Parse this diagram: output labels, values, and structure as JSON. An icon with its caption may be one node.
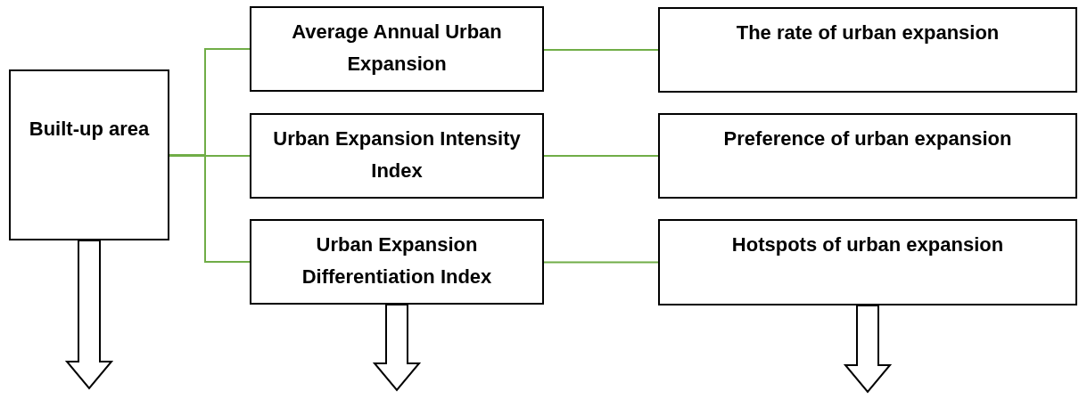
{
  "diagram": {
    "nodes": [
      {
        "text": [
          "Built-up area"
        ]
      },
      {
        "text": [
          "Average Annual Urban Expansion"
        ]
      },
      {
        "text": [
          "Urban Expansion Intensity Index"
        ]
      },
      {
        "text": [
          "Urban Expansion Differentiation Index"
        ]
      },
      {
        "text": [
          "The rate of urban expansion"
        ]
      },
      {
        "text": [
          "Preference of urban expansion"
        ]
      },
      {
        "text": [
          "Hotspots of urban expansion"
        ]
      }
    ],
    "edges": [
      {
        "from": 0,
        "to": 1,
        "arrow": "none"
      },
      {
        "from": 0,
        "to": 2,
        "arrow": "none"
      },
      {
        "from": 0,
        "to": 3,
        "arrow": "none"
      },
      {
        "from": 1,
        "to": 4,
        "arrow": "none"
      },
      {
        "from": 2,
        "to": 5,
        "arrow": "none"
      },
      {
        "from": 3,
        "to": 6,
        "arrow": "none"
      },
      {
        "from": 0,
        "to": null,
        "arrow": "to",
        "style": "thick",
        "color": "#000000"
      },
      {
        "from": 3,
        "to": null,
        "arrow": "to",
        "style": "thick",
        "color": "#000000"
      },
      {
        "from": 6,
        "to": null,
        "arrow": "to",
        "style": "thick",
        "color": "#000000"
      }
    ]
  }
}
